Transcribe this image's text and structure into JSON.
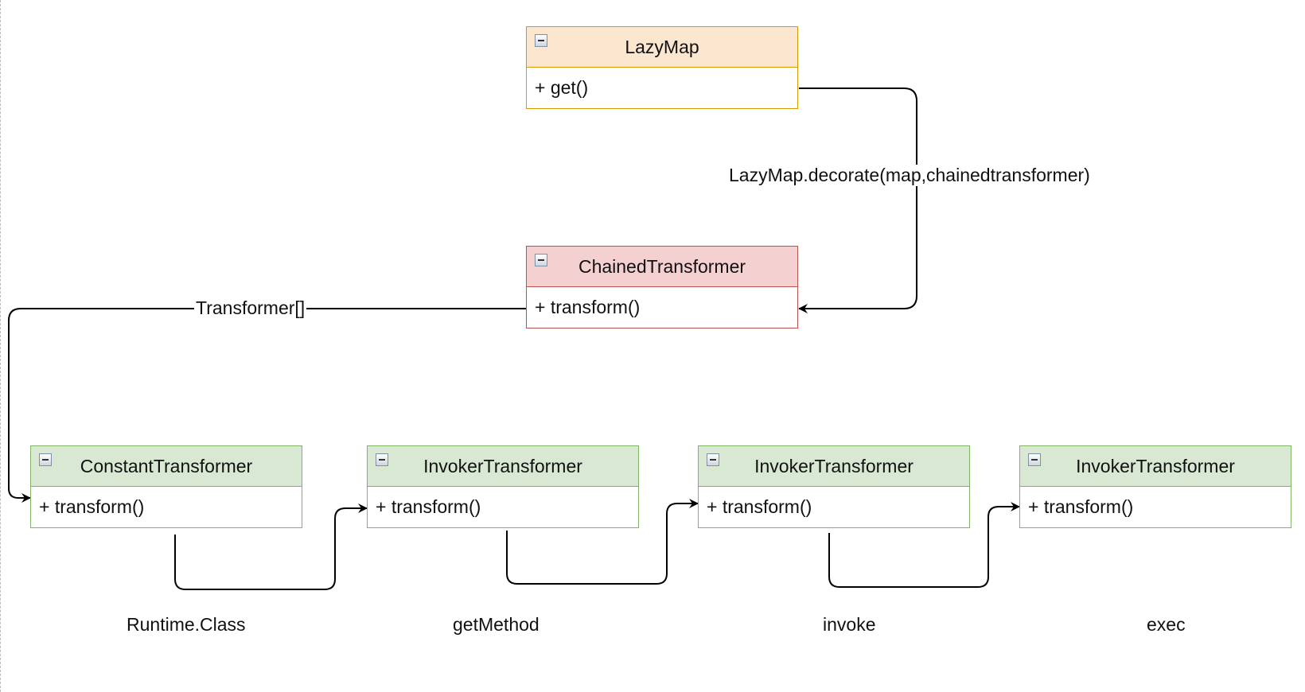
{
  "classes": {
    "lazymap": {
      "title": "LazyMap",
      "method": "+ get()"
    },
    "chained": {
      "title": "ChainedTransformer",
      "method": "+ transform()"
    },
    "constant": {
      "title": "ConstantTransformer",
      "method": "+ transform()"
    },
    "invoker1": {
      "title": "InvokerTransformer",
      "method": "+ transform()"
    },
    "invoker2": {
      "title": "InvokerTransformer",
      "method": "+ transform()"
    },
    "invoker3": {
      "title": "InvokerTransformer",
      "method": "+ transform()"
    }
  },
  "edges": {
    "decorate": "LazyMap.decorate(map,chainedtransformer)",
    "array": "Transformer[]"
  },
  "steps": {
    "runtime_class": "Runtime.Class",
    "get_method": "getMethod",
    "invoke": "invoke",
    "exec": "exec"
  },
  "colors": {
    "lazymap_fill": "#fbe6d0",
    "lazymap_stroke": "#d79b00",
    "chained_fill": "#f5d0d0",
    "chained_stroke": "#b85450",
    "transformer_fill": "#d9e8d3",
    "transformer_stroke": "#82b366"
  }
}
